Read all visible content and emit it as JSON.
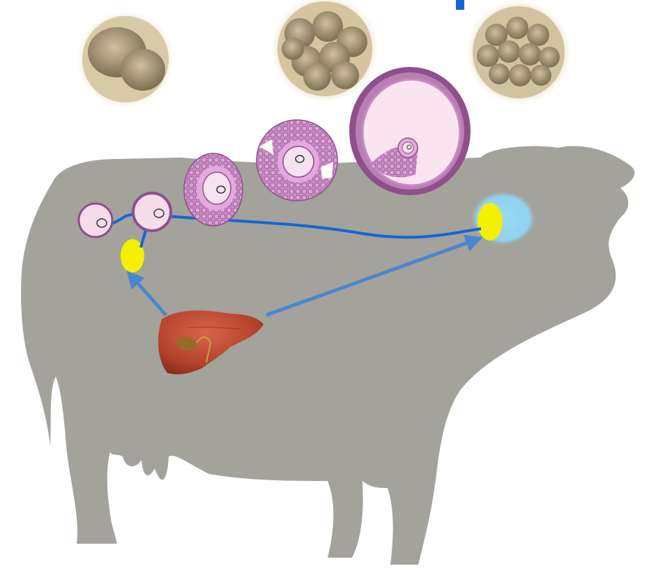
{
  "colors": {
    "silhouette": "#a3a29b",
    "duct": "#1466d6",
    "arrow": "#4a86d0",
    "ovary": "#f5ef00",
    "pituitary_halo": "#8ed4f0",
    "follicle_purple": "#a35e9e",
    "oocyte_fill": "#f7dcea",
    "liver": "#b9472e",
    "embryo_halo": "#e9dcc0",
    "embryo_cells": "#a39371",
    "accent_bar": "#1466d6"
  },
  "elements": {
    "silhouette": "cow-silhouette",
    "liver": "liver-organ",
    "ovary_left": "ovary",
    "brain_region": "pituitary-region",
    "embryos": [
      "embryo-2-cell",
      "embryo-8-cell",
      "embryo-morula"
    ],
    "follicle_stages": [
      "oocyte",
      "primary-follicle",
      "secondary-follicle",
      "preantral-follicle",
      "antral-follicle"
    ]
  }
}
